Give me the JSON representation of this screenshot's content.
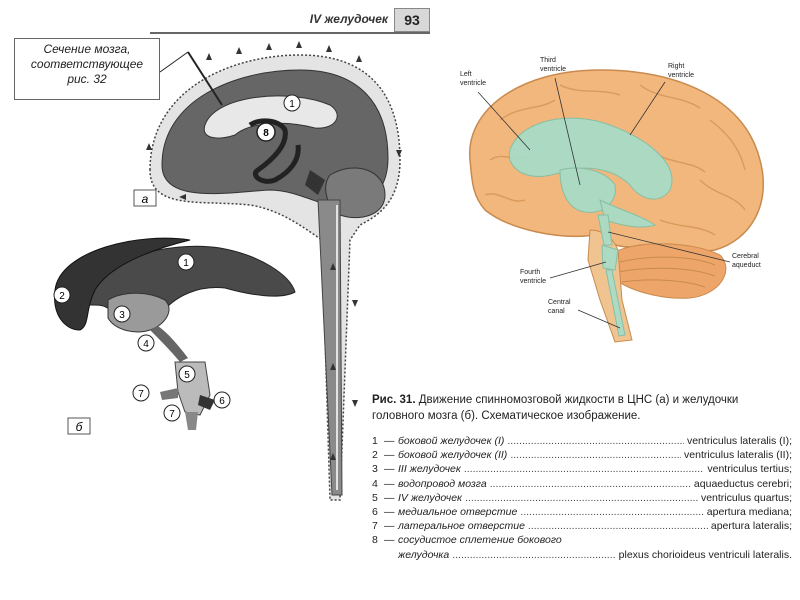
{
  "header": {
    "title": "IV желудочек",
    "page_number": "93"
  },
  "callout": {
    "line1": "Сечение мозга,",
    "line2": "соответствующее",
    "line3": "рис. 32"
  },
  "panel_labels": {
    "a": "а",
    "b": "б"
  },
  "marker_numbers": {
    "n1": "1",
    "n2": "2",
    "n3": "3",
    "n4": "4",
    "n5": "5",
    "n6": "6",
    "n7": "7",
    "n8": "8"
  },
  "brain_labels": {
    "left_ventricle_1": "Left",
    "left_ventricle_2": "ventricle",
    "third_ventricle_1": "Third",
    "third_ventricle_2": "ventricle",
    "right_ventricle_1": "Right",
    "right_ventricle_2": "ventricle",
    "cerebral_aqueduct_1": "Cerebral",
    "cerebral_aqueduct_2": "aqueduct",
    "fourth_ventricle_1": "Fourth",
    "fourth_ventricle_2": "ventricle",
    "central_canal_1": "Central",
    "central_canal_2": "canal"
  },
  "caption": {
    "prefix": "Рис. 31.",
    "text": "Движение спинномозговой жидкости в ЦНС (а) и желудочки головного мозга (б). Схематическое изображение."
  },
  "legend": [
    {
      "num": "1",
      "ru": "боковой желудочек (I)",
      "lat": "ventriculus lateralis (I);"
    },
    {
      "num": "2",
      "ru": "боковой желудочек (II)",
      "lat": "ventriculus lateralis (II);"
    },
    {
      "num": "3",
      "ru": "III желудочек",
      "lat": "ventriculus tertius;"
    },
    {
      "num": "4",
      "ru": "водопровод мозга",
      "lat": "aquaeductus cerebri;"
    },
    {
      "num": "5",
      "ru": "IV желудочек",
      "lat": "ventriculus quartus;"
    },
    {
      "num": "6",
      "ru": "медиальное отверстие",
      "lat": "apertura mediana;"
    },
    {
      "num": "7",
      "ru": "латеральное отверстие",
      "lat": "apertura lateralis;"
    },
    {
      "num": "8",
      "ru": "сосудистое сплетение бокового",
      "lat": ""
    },
    {
      "num": "",
      "ru": "желудочка",
      "lat": "plexus chorioideus ventriculi lateralis."
    }
  ],
  "colors": {
    "brain_fill": "#f2b77c",
    "brain_stroke": "#c98a4e",
    "ventricle_fill": "#a7dcc8",
    "schematic_dark": "#555555",
    "schematic_mid": "#8a8a8a"
  }
}
